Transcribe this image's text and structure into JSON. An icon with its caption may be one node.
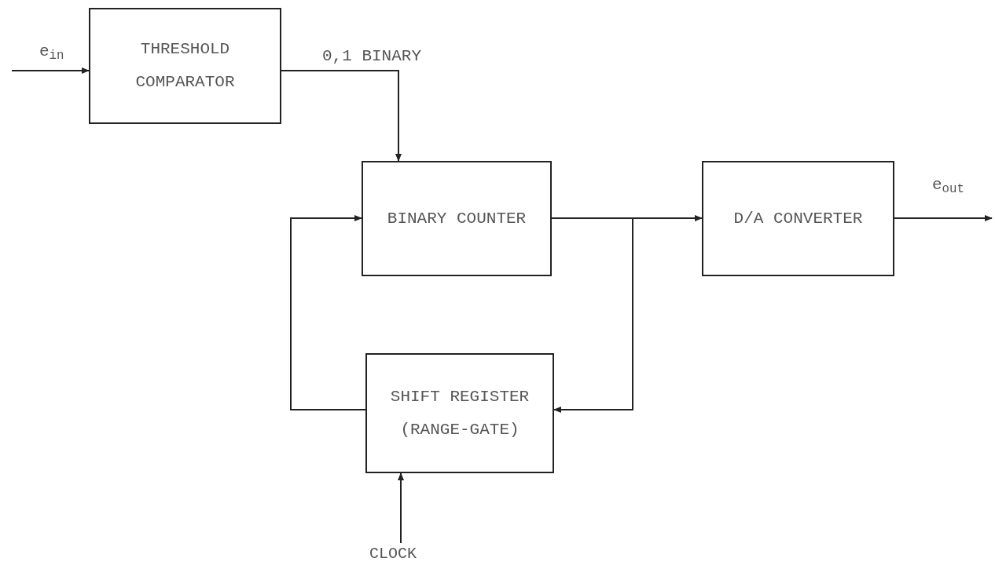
{
  "diagram": {
    "nodes": [
      {
        "text": [
          "THRESHOLD COMPARATOR"
        ]
      },
      {
        "text": [
          "BINARY COUNTER"
        ]
      },
      {
        "text": [
          "D/A CONVERTER"
        ]
      },
      {
        "text": [
          "SHIFT REGISTER (RANGE-GATE)"
        ]
      },
      {
        "text": [
          "CLOCK"
        ]
      }
    ],
    "edges": [
      {
        "from": null,
        "to": 0,
        "arrow": "to",
        "label": "e$_{in}$"
      },
      {
        "from": 0,
        "to": 1,
        "arrow": "to",
        "label": "0,1 BINARY"
      },
      {
        "from": 1,
        "to": 2,
        "arrow": "to"
      },
      {
        "from": 1,
        "to": 3,
        "arrow": "to"
      },
      {
        "from": 3,
        "to": 1,
        "arrow": "to"
      },
      {
        "from": 2,
        "to": null,
        "arrow": "to",
        "label": "e$_{out}$"
      },
      {
        "from": 4,
        "to": 3,
        "arrow": "to"
      }
    ]
  }
}
